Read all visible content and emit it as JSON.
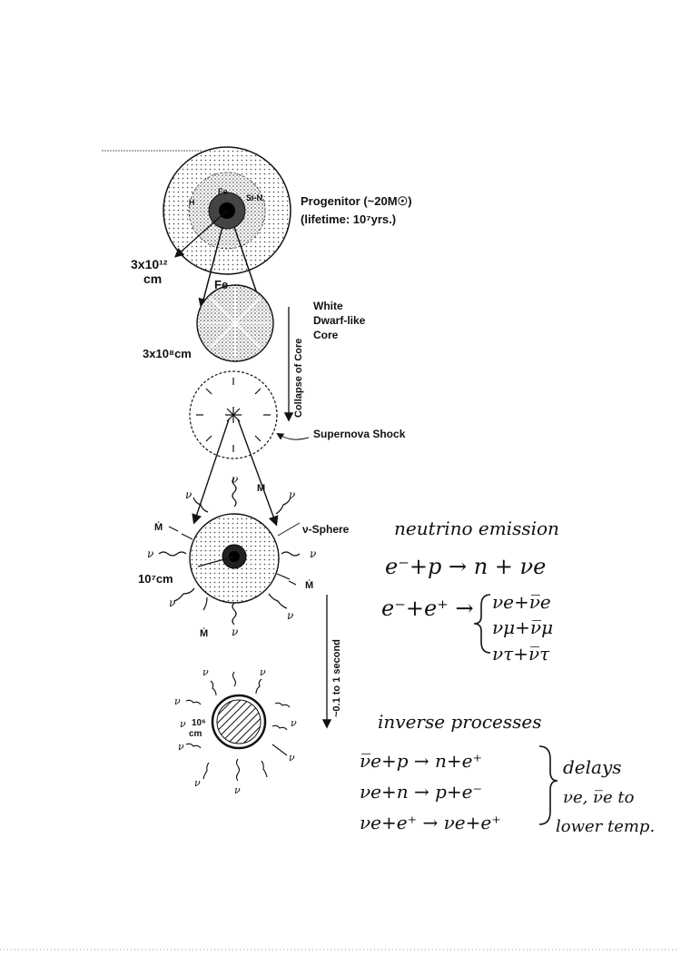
{
  "progenitor": {
    "title": "Progenitor (~20M☉)",
    "lifetime": "(lifetime: 10⁷yrs.)",
    "radius": "3x10¹²",
    "radius_unit": "cm",
    "core_labels": [
      "Fe",
      "H",
      "Si-N"
    ]
  },
  "core": {
    "element": "Fe",
    "label_line1": "White",
    "label_line2": "Dwarf-like",
    "label_line3": "Core",
    "radius": "3x10⁸cm"
  },
  "collapse_label": "Collapse of Core",
  "shock_label": "Supernova Shock",
  "neutrino_sphere": {
    "label": "ν-Sphere",
    "radius": "10⁷cm",
    "nu": "ν",
    "mdot": "Ṁ"
  },
  "timescale_label": "~0.1 to 1 second",
  "neutron_star": {
    "radius": "10⁶",
    "radius_unit": "cm"
  },
  "notes": {
    "emission_title": "neutrino emission",
    "emission_eq1": "e⁻+p → n + νe",
    "emission_eq2_lhs": "e⁻+e⁺ →",
    "emission_products": [
      "νe+ν̅e",
      "νμ+ν̅μ",
      "ντ+ν̅τ"
    ],
    "inverse_title": "inverse processes",
    "inverse_eqs": [
      "ν̅e+p → n+e⁺",
      "νe+n → p+e⁻",
      "νe+e⁺ → νe+e⁺"
    ],
    "delays": [
      "delays",
      "νe, ν̅e to",
      "lower temp."
    ]
  }
}
